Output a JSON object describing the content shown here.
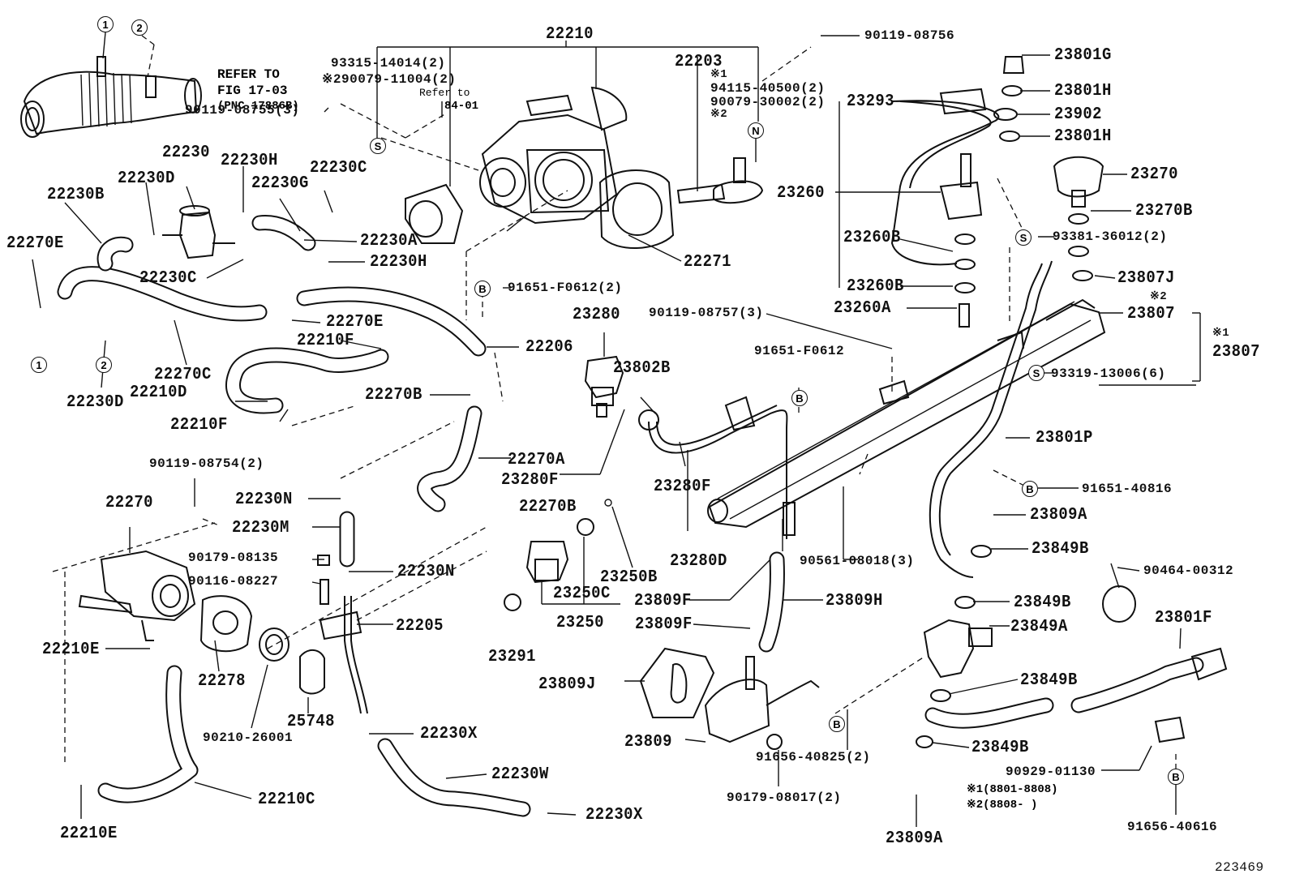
{
  "figure_id": "223469",
  "refer": {
    "line1": "REFER TO",
    "line2": "FIG 17-03",
    "line3": "(PNC 17886B)",
    "refer_to_a": "Refer to",
    "refer_to_b": "84-01"
  },
  "callout_circles": {
    "c1": "1",
    "c2": "2",
    "s": "S",
    "n": "N",
    "b": "B"
  },
  "labels": {
    "p22210": "22210",
    "p93315": "93315-14014(2)",
    "p290079": "※290079-11004(2)",
    "p90119_08755": "90119-08755(3)",
    "p22203": "22203",
    "p22203_note": "※1",
    "p94115": "94115-40500(2)",
    "p90079_30002": "90079-30002(2)",
    "p90079_note": "※2",
    "p90119_08756": "90119-08756",
    "p23801G": "23801G",
    "p23801H_a": "23801H",
    "p23902": "23902",
    "p23801H_b": "23801H",
    "p23293": "23293",
    "p23270": "23270",
    "p23270B": "23270B",
    "p93381": "93381-36012(2)",
    "p23260": "23260",
    "p23260B_a": "23260B",
    "p23260B_b": "23260B",
    "p23260A": "23260A",
    "p23807J": "23807J",
    "p23807_note2": "※2",
    "p23807": "23807",
    "p23807_note1": "※1",
    "p23807_b": "23807",
    "p93319": "93319-13006(6)",
    "p22230": "22230",
    "p22230H_a": "22230H",
    "p22230D": "22230D",
    "p22230B": "22230B",
    "p22230G": "22230G",
    "p22230C_a": "22230C",
    "p22230A": "22230A",
    "p22230H_b": "22230H",
    "p22230C_b": "22230C",
    "p22271": "22271",
    "p22270E_a": "22270E",
    "p91651_F0612_2": "91651-F0612(2)",
    "p22270E_b": "22270E",
    "p22210F_a": "22210F",
    "p22206": "22206",
    "p22270C": "22270C",
    "p22210D": "22210D",
    "p22230D_b": "22230D",
    "p22270B_a": "22270B",
    "p22210F_b": "22210F",
    "p23280": "23280",
    "p90119_08757": "90119-08757(3)",
    "p91651_F0612": "91651-F0612",
    "p23802B": "23802B",
    "p23801P": "23801P",
    "p90119_08754": "90119-08754(2)",
    "p22270": "22270",
    "p22230N_a": "22230N",
    "p22270A": "22270A",
    "p23280F_a": "23280F",
    "p23280F_b": "23280F",
    "p91651_40816": "91651-40816",
    "p22230M": "22230M",
    "p22270B_b": "22270B",
    "p23809A_a": "23809A",
    "p90179_08135": "90179-08135",
    "p22230N_b": "22230N",
    "p90116_08227": "90116-08227",
    "p23250B": "23250B",
    "p23280D": "23280D",
    "p90561": "90561-08018(3)",
    "p23849B_a": "23849B",
    "p90464": "90464-00312",
    "p23250C": "23250C",
    "p23809F_a": "23809F",
    "p23809H": "23809H",
    "p23849B_b": "23849B",
    "p22205": "22205",
    "p23250": "23250",
    "p23809F_b": "23809F",
    "p23849A": "23849A",
    "p23801F": "23801F",
    "p22210E_a": "22210E",
    "p23291": "23291",
    "p22278": "22278",
    "p23809J": "23809J",
    "p23849B_c": "23849B",
    "p25748": "25748",
    "p22230X_a": "22230X",
    "p90210": "90210-26001",
    "p23809": "23809",
    "p91656_40825": "91656-40825(2)",
    "p23849B_d": "23849B",
    "p22230W": "22230W",
    "p90929": "90929-01130",
    "p22210C": "22210C",
    "p90179_08017": "90179-08017(2)",
    "p22230X_b": "22230X",
    "p22210E_b": "22210E",
    "p23809A_b": "23809A",
    "p91656_40616": "91656-40616"
  },
  "notes": {
    "note1": "※1(8801-8808)",
    "note2": "※2(8808-      )"
  }
}
